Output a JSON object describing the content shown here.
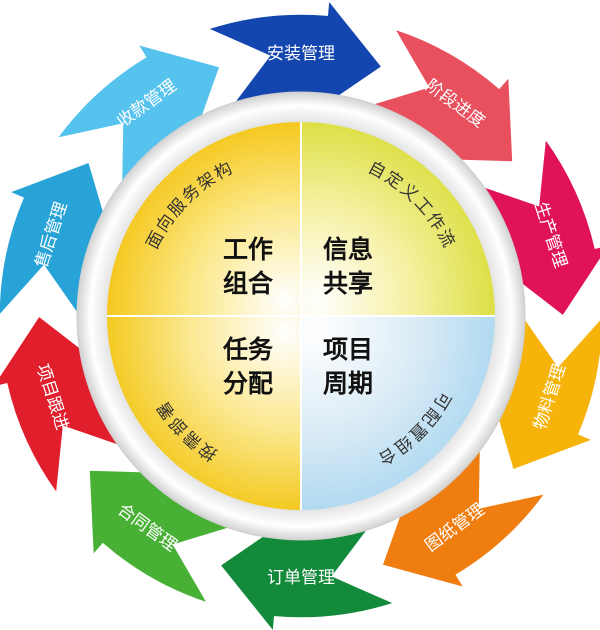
{
  "cycle": {
    "segments": [
      {
        "label": "安装管理",
        "color": "#1446b0"
      },
      {
        "label": "阶段进度",
        "color": "#e8505e"
      },
      {
        "label": "生产管理",
        "color": "#e0125a"
      },
      {
        "label": "物料管理",
        "color": "#f6b40a"
      },
      {
        "label": "图纸管理",
        "color": "#ef7d10"
      },
      {
        "label": "订单管理",
        "color": "#138a3a"
      },
      {
        "label": "合同管理",
        "color": "#47b035"
      },
      {
        "label": "项目跟进",
        "color": "#e01e2c"
      },
      {
        "label": "售后管理",
        "color": "#27a3d8"
      },
      {
        "label": "收款管理",
        "color": "#56c2ee"
      }
    ]
  },
  "center": {
    "quadrants": [
      {
        "arc_text": "面向服务架构",
        "lines": [
          "工作",
          "组合"
        ]
      },
      {
        "arc_text": "自定义工作流",
        "lines": [
          "信息",
          "共享"
        ]
      },
      {
        "arc_text": "可配置组合",
        "lines": [
          "项目",
          "周期"
        ]
      },
      {
        "arc_text": "按需部署",
        "lines": [
          "任务",
          "分配"
        ]
      }
    ]
  }
}
